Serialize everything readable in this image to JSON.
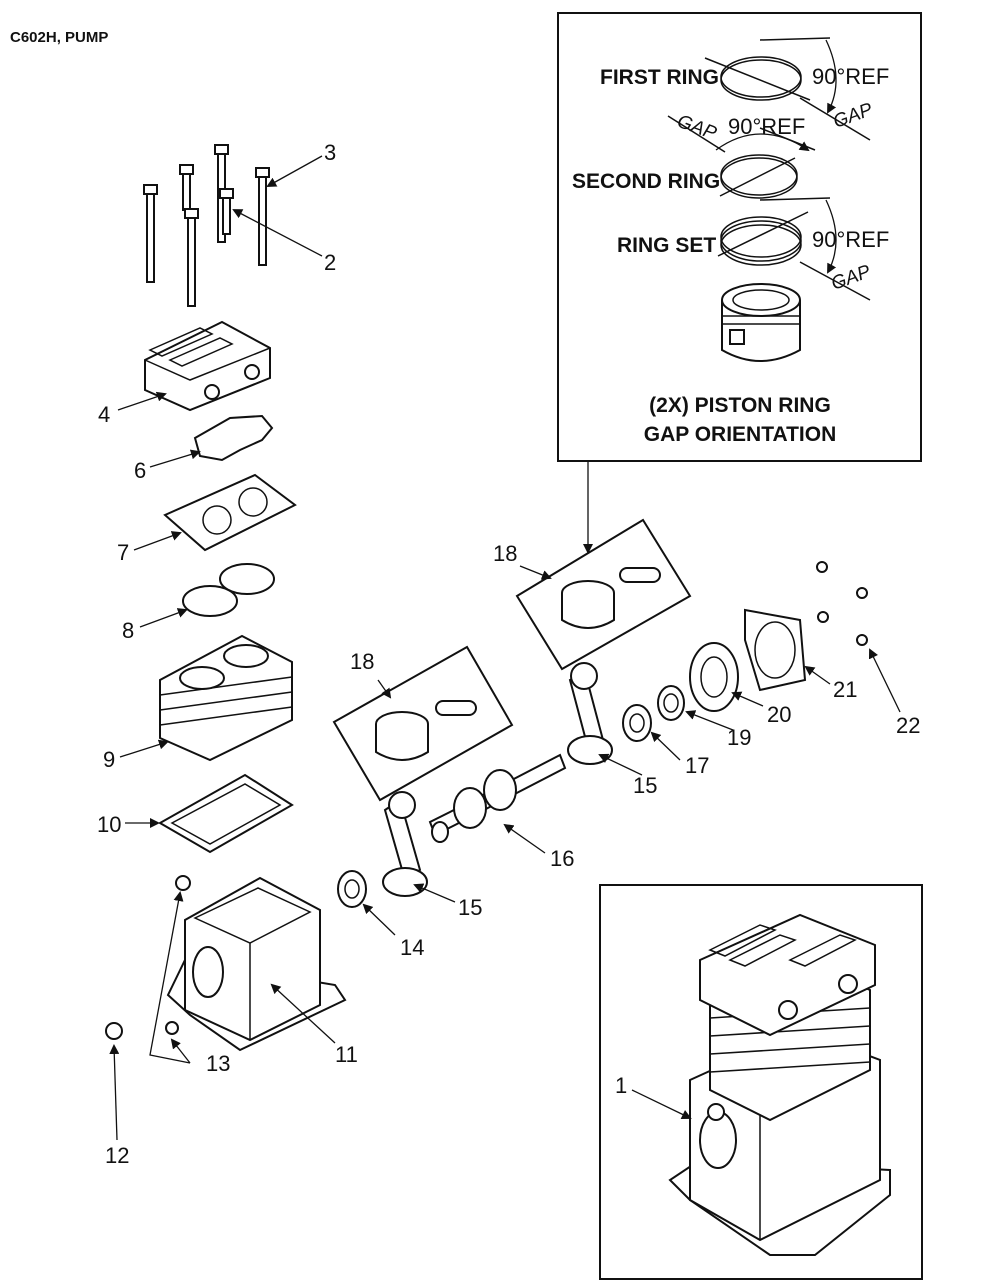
{
  "title": "C602H, PUMP",
  "callouts": {
    "c1": "1",
    "c2": "2",
    "c3": "3",
    "c4": "4",
    "c6": "6",
    "c7": "7",
    "c8": "8",
    "c9": "9",
    "c10": "10",
    "c11": "11",
    "c12": "12",
    "c13": "13",
    "c14": "14",
    "c15a": "15",
    "c15b": "15",
    "c16": "16",
    "c17": "17",
    "c18a": "18",
    "c18b": "18",
    "c19": "19",
    "c20": "20",
    "c21": "21",
    "c22": "22"
  },
  "ring_detail": {
    "first_ring": "FIRST RING",
    "second_ring": "SECOND RING",
    "ring_set": "RING SET",
    "ref1": "90°REF",
    "ref2": "90°REF",
    "ref3": "90°REF",
    "gap1": "GAP",
    "gap2": "GAP",
    "gap3": "GAP",
    "caption_line1": "(2X) PISTON RING",
    "caption_line2": "GAP ORIENTATION"
  }
}
